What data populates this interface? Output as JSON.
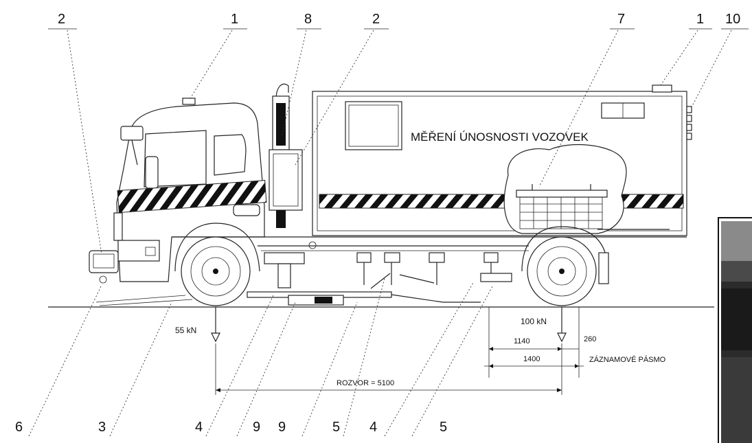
{
  "vehicle_label": "MĚŘENÍ ÚNOSNOSTI VOZOVEK",
  "callouts_top": [
    "2",
    "1",
    "8",
    "2",
    "7",
    "1",
    "10"
  ],
  "callouts_bottom": [
    "6",
    "3",
    "4",
    "9",
    "9",
    "5",
    "4",
    "5"
  ],
  "loads": {
    "front": "55 kN",
    "rear": "100 kN"
  },
  "dimensions": {
    "d1140": "1140",
    "d260": "260",
    "d1400": "1400",
    "recording_band": "ZÁZNAMOVÉ PÁSMO",
    "wheelbase": "ROZVOR = 5100"
  }
}
